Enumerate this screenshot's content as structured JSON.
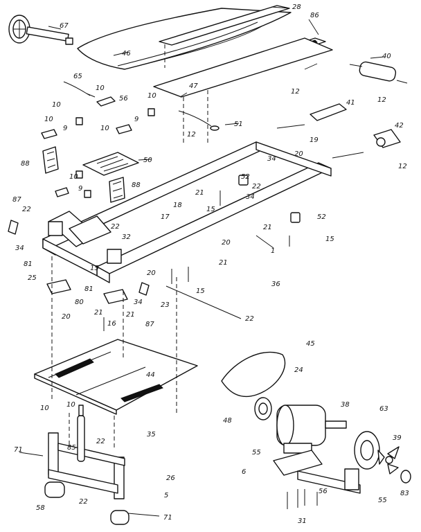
{
  "diagram": {
    "callouts": {
      "p1": "1",
      "p5": "5",
      "p6": "6",
      "p9a": "9",
      "p9b": "9",
      "p9c": "9",
      "p10a": "10",
      "p10b": "10",
      "p10c": "10",
      "p10d": "10",
      "p10e": "10",
      "p10f": "10",
      "p10g": "10",
      "p10h": "10",
      "p12a": "12",
      "p12b": "12",
      "p12c": "12",
      "p12d": "12",
      "p15a": "15",
      "p15b": "15",
      "p15c": "15",
      "p15d": "15",
      "p16": "16",
      "p17": "17",
      "p18": "18",
      "p19": "19",
      "p20a": "20",
      "p20b": "20",
      "p20c": "20",
      "p20d": "20",
      "p21a": "21",
      "p21b": "21",
      "p21c": "21",
      "p21d": "21",
      "p21e": "21",
      "p22a": "22",
      "p22b": "22",
      "p22c": "22",
      "p22d": "22",
      "p22e": "22",
      "p22f": "22",
      "p23": "23",
      "p24": "24",
      "p25": "25",
      "p26": "26",
      "p28": "28",
      "p31": "31",
      "p32": "32",
      "p34a": "34",
      "p34b": "34",
      "p34c": "34",
      "p34d": "34",
      "p35": "35",
      "p36": "36",
      "p38": "38",
      "p39": "39",
      "p40": "40",
      "p41": "41",
      "p42": "42",
      "p44": "44",
      "p45": "45",
      "p46": "46",
      "p47": "47",
      "p48": "48",
      "p50": "50",
      "p51": "51",
      "p52a": "52",
      "p52b": "52",
      "p55a": "55",
      "p55b": "55",
      "p56": "56",
      "p58": "58",
      "p63": "63",
      "p65": "65",
      "p67": "67",
      "p71a": "71",
      "p71b": "71",
      "p80": "80",
      "p81a": "81",
      "p81b": "81",
      "p83": "83",
      "p85": "85",
      "p86": "86",
      "p87a": "87",
      "p87b": "87",
      "p88a": "88",
      "p88b": "88"
    }
  }
}
